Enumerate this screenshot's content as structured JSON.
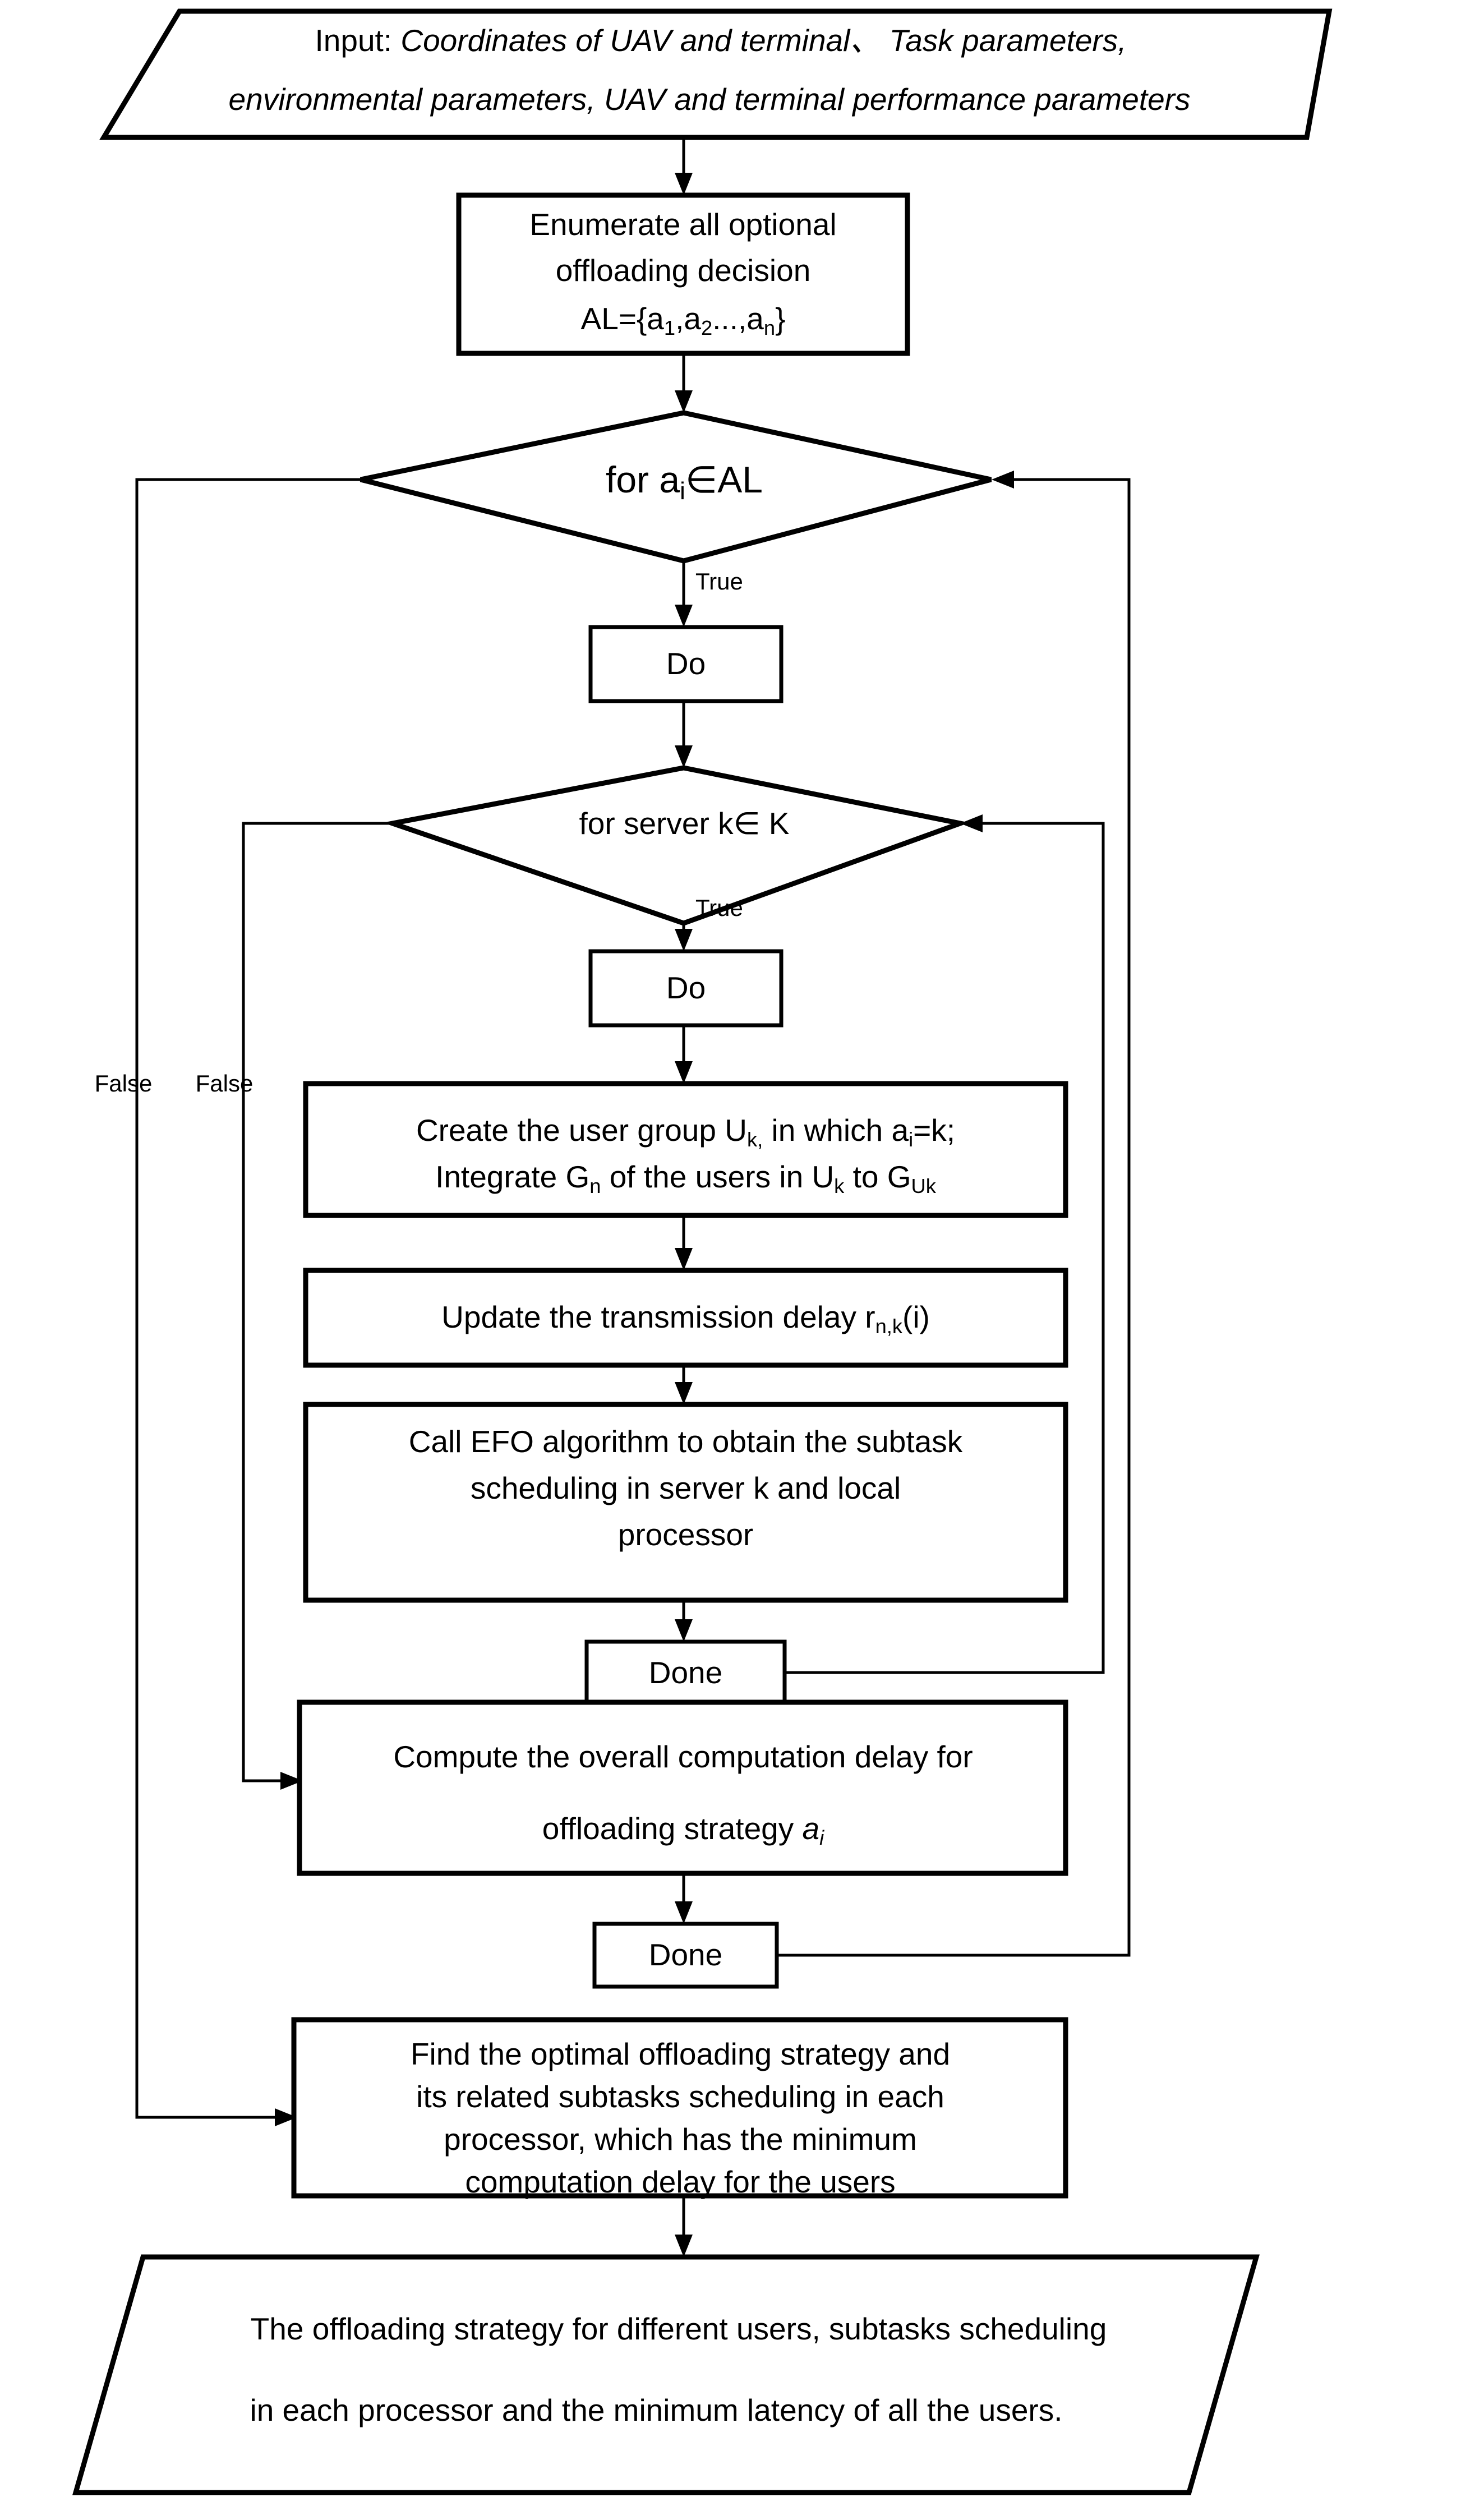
{
  "diagram": {
    "type": "flowchart",
    "title": "Offloading decision and subtask scheduling algorithm flowchart",
    "orientation": "top-to-bottom",
    "stroke_color": "#000000",
    "fill_color": "#ffffff",
    "background": "#ffffff"
  },
  "nodes": {
    "input": {
      "shape": "parallelogram",
      "role": "input",
      "line1_prefix": "Input: ",
      "line1_italic": "Coordinates of UAV and terminal、 Task parameters,",
      "line2_italic": "environmental parameters, UAV and terminal performance parameters"
    },
    "enumerate": {
      "shape": "process",
      "line1": "Enumerate all optional",
      "line2": "offloading decision",
      "line3_prefix": "AL={a",
      "line3_sub1": "1",
      "line3_mid": ",a",
      "line3_sub2": "2",
      "line3_mid2": "...,a",
      "line3_sub3": "n",
      "line3_suffix": "}"
    },
    "for_ai": {
      "shape": "decision",
      "text_prefix": "for a",
      "text_sub": "i",
      "text_suffix": "∈AL"
    },
    "do_outer": {
      "shape": "process",
      "label": "Do"
    },
    "for_server": {
      "shape": "decision",
      "text": "for server k∈ K"
    },
    "do_inner": {
      "shape": "process",
      "label": "Do"
    },
    "create_group": {
      "shape": "process",
      "line1_a": "Create the user group U",
      "line1_sub1": "k,",
      "line1_b": " in which a",
      "line1_sub2": "i",
      "line1_c": "=k;",
      "line2_a": "Integrate G",
      "line2_sub1": "n",
      "line2_b": " of the users in U",
      "line2_sub2": "k",
      "line2_c": " to G",
      "line2_sub3": "Uk"
    },
    "update_delay": {
      "shape": "process",
      "line1_a": "Update the transmission delay r",
      "line1_sub": "n,k",
      "line1_b": "(i)"
    },
    "call_efo": {
      "shape": "process",
      "line1": "Call EFO algorithm to obtain the subtask",
      "line2": "scheduling in server k and local",
      "line3": "processor"
    },
    "done_inner": {
      "shape": "process",
      "label": "Done"
    },
    "compute_delay": {
      "shape": "process",
      "line1": "Compute the overall computation delay for",
      "line2_a": "offloading strategy ",
      "line2_italic_a": "a",
      "line2_italic_sub": "i"
    },
    "done_outer": {
      "shape": "process",
      "label": "Done"
    },
    "find_optimal": {
      "shape": "process",
      "line1": "Find the optimal offloading strategy and",
      "line2": "its related subtasks scheduling in each",
      "line3": "processor, which has the minimum",
      "line4": "computation delay for the users"
    },
    "output": {
      "shape": "parallelogram",
      "role": "output",
      "line1": "The offloading strategy for different users, subtasks scheduling",
      "line2": "in each processor and the minimum latency of all the users."
    }
  },
  "edge_labels": {
    "true_outer": "True",
    "true_inner": "True",
    "false_outer": "False",
    "false_inner": "False"
  },
  "edges": [
    {
      "from": "input",
      "to": "enumerate",
      "label": ""
    },
    {
      "from": "enumerate",
      "to": "for_ai",
      "label": ""
    },
    {
      "from": "for_ai",
      "to": "do_outer",
      "label": "True"
    },
    {
      "from": "for_ai",
      "to": "find_optimal",
      "label": "False"
    },
    {
      "from": "do_outer",
      "to": "for_server",
      "label": ""
    },
    {
      "from": "for_server",
      "to": "do_inner",
      "label": "True"
    },
    {
      "from": "for_server",
      "to": "compute_delay",
      "label": "False"
    },
    {
      "from": "do_inner",
      "to": "create_group",
      "label": ""
    },
    {
      "from": "create_group",
      "to": "update_delay",
      "label": ""
    },
    {
      "from": "update_delay",
      "to": "call_efo",
      "label": ""
    },
    {
      "from": "call_efo",
      "to": "done_inner",
      "label": ""
    },
    {
      "from": "done_inner",
      "to": "for_server",
      "label": ""
    },
    {
      "from": "compute_delay",
      "to": "done_outer",
      "label": ""
    },
    {
      "from": "done_outer",
      "to": "for_ai",
      "label": ""
    },
    {
      "from": "find_optimal",
      "to": "output",
      "label": ""
    }
  ]
}
